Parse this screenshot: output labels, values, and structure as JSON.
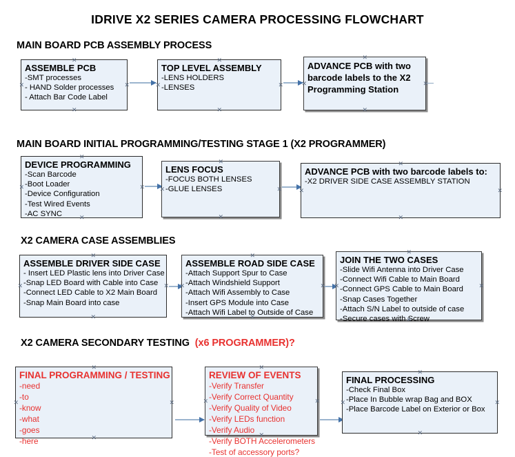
{
  "document": {
    "title": "IDRIVE X2  SERIES CAMERA PROCESSING FLOWCHART",
    "accent_color": "#e8312f",
    "box_fill": "#eaf1f9",
    "connector_color": "#9bb4ce",
    "arrowhead_color": "#4472a8"
  },
  "sections": [
    {
      "heading": "MAIN BOARD PCB ASSEMBLY PROCESS",
      "heading_accent": "",
      "boxes": [
        {
          "title": "ASSEMBLE PCB",
          "lines": [
            "-SMT processes",
            "- HAND Solder processes",
            "- Attach Bar Code Label"
          ]
        },
        {
          "title": "TOP LEVEL ASSEMBLY",
          "lines": [
            "-LENS HOLDERS",
            "-LENSES"
          ]
        },
        {
          "title": "ADVANCE PCB with two barcode labels to the  X2 Programming Station",
          "lines": []
        }
      ]
    },
    {
      "heading": "MAIN BOARD INITIAL PROGRAMMING/TESTING STAGE 1 (X2 PROGRAMMER)",
      "heading_accent": "",
      "boxes": [
        {
          "title": "DEVICE PROGRAMMING",
          "lines": [
            "-Scan Barcode",
            "-Boot Loader",
            "-Device Configuration",
            "-Test Wired Events",
            "-AC SYNC"
          ]
        },
        {
          "title": "LENS FOCUS",
          "lines": [
            "-FOCUS BOTH LENSES",
            "-GLUE LENSES"
          ]
        },
        {
          "title": "ADVANCE PCB with two barcode labels to:",
          "lines": [
            "-X2 DRIVER  SIDE  CASE  ASSEMBLY STATION"
          ]
        }
      ]
    },
    {
      "heading": "X2 CAMERA CASE ASSEMBLIES",
      "heading_accent": "",
      "boxes": [
        {
          "title": "ASSEMBLE DRIVER SIDE CASE",
          "lines": [
            "- Insert LED Plastic lens into Driver Case",
            "-Snap LED Board with Cable into Case",
            "-Connect LED Cable to X2 Main Board",
            "-Snap Main Board into case"
          ]
        },
        {
          "title": "ASSEMBLE ROAD SIDE CASE",
          "lines": [
            "-Attach Support Spur to Case",
            "-Attach Windshield Support",
            "-Attach Wifi Assembly to Case",
            "-Insert GPS Module into Case",
            "-Attach Wifi Label to Outside of Case"
          ]
        },
        {
          "title": "JOIN THE TWO CASES",
          "lines": [
            "-Slide Wifi Antenna into Driver Case",
            "-Connect Wifi Cable to Main Board",
            "-Connect GPS Cable to Main Board",
            "-Snap Cases Together",
            "-Attach S/N Label to outside of case",
            "-Secure cases with Screw"
          ]
        }
      ]
    },
    {
      "heading": "X2 CAMERA SECONDARY TESTING",
      "heading_accent": "(x6 PROGRAMMER)?",
      "boxes": [
        {
          "title": "FINAL PROGRAMMING / TESTING",
          "lines": [
            "-need",
            "-to",
            "-know",
            "-what",
            "-goes",
            "-here"
          ]
        },
        {
          "title": "REVIEW OF EVENTS",
          "lines": [
            "-Verify Transfer",
            "-Verify Correct Quantity",
            "-Verify Quality of Video",
            "-Verify LEDs function",
            "-Verify Audio",
            "-Verify BOTH Accelerometers",
            "-Test of accessory ports?"
          ]
        },
        {
          "title": "FINAL PROCESSING",
          "lines": [
            " -Check Final Box",
            "-Place In Bubble wrap Bag and BOX",
            "-Place Barcode Label on Exterior or Box"
          ]
        }
      ]
    }
  ]
}
